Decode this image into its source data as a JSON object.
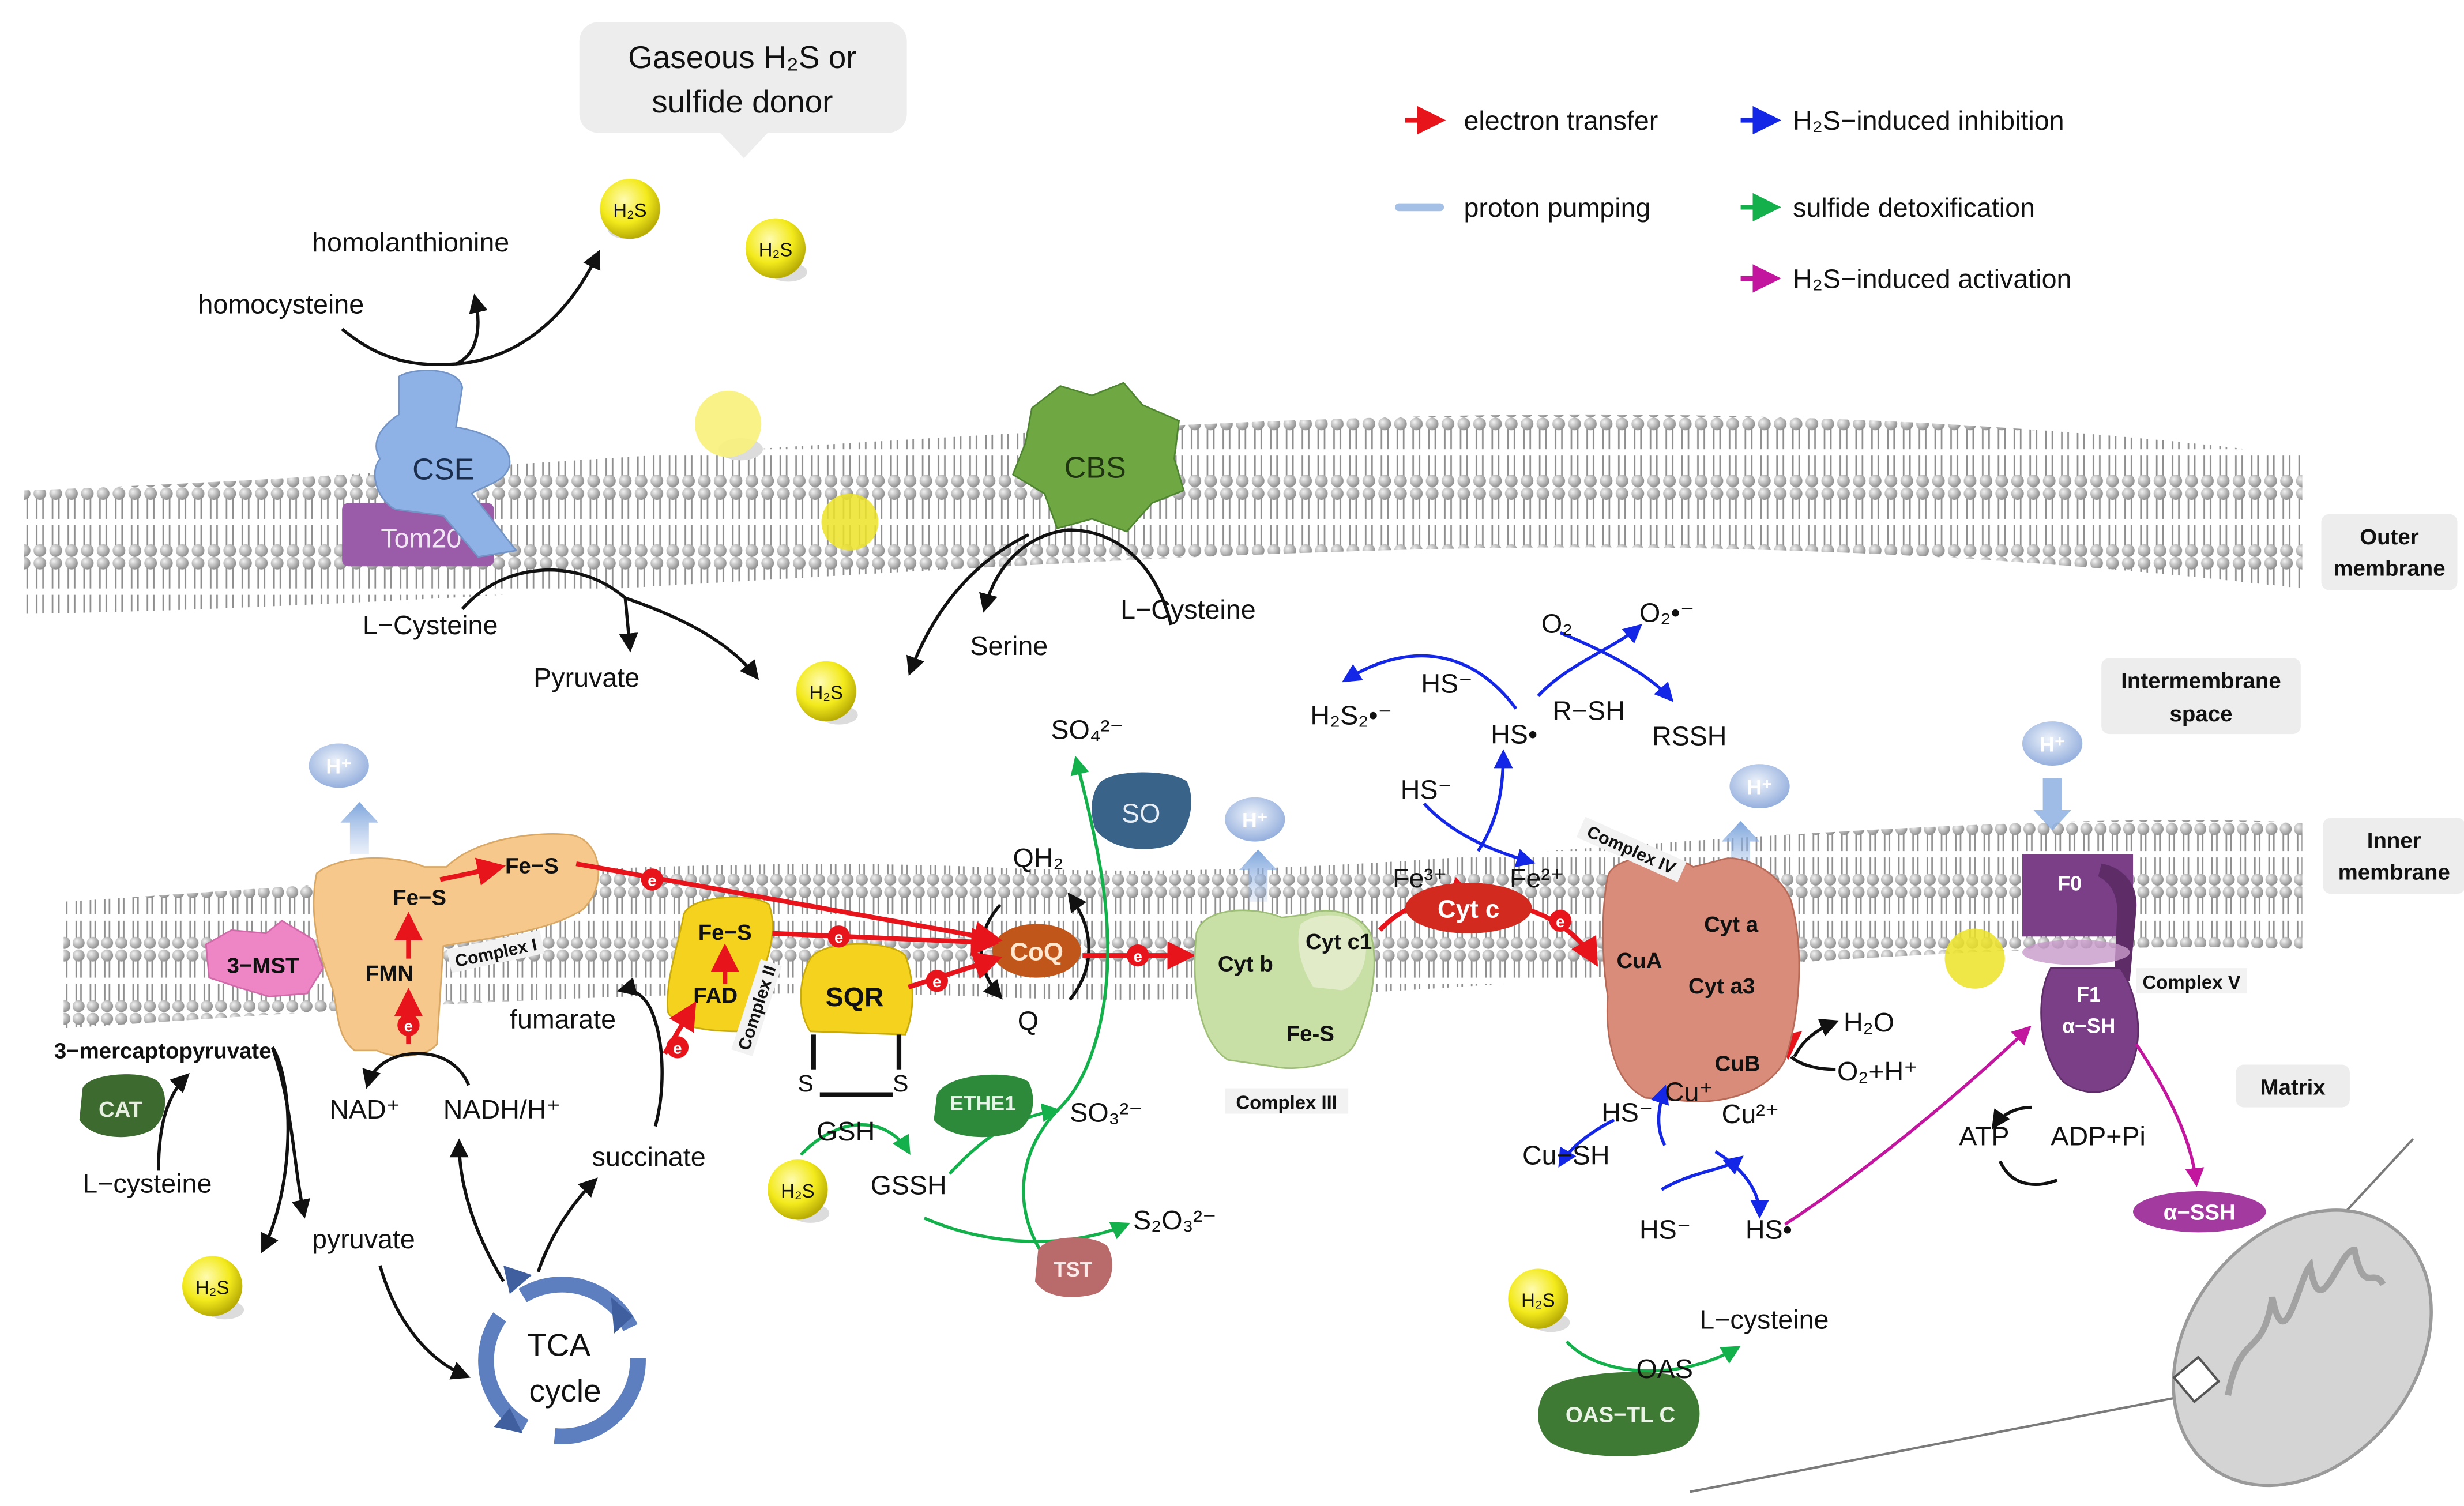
{
  "source_box": {
    "line1": "Gaseous H₂S or",
    "line2": "sulfide donor"
  },
  "legend": [
    {
      "key": "electron_transfer",
      "label": "electron transfer",
      "color": "#e8141c"
    },
    {
      "key": "h2s_inhibition",
      "label": "H₂S−induced inhibition",
      "color": "#1426e6"
    },
    {
      "key": "proton_pumping",
      "label": "proton pumping",
      "color": "#7ea6dc"
    },
    {
      "key": "sulfide_detox",
      "label": "sulfide detoxification",
      "color": "#13b04b"
    },
    {
      "key": "h2s_activation",
      "label": "H₂S−induced activation",
      "color": "#c2169e"
    }
  ],
  "regions": {
    "outer_membrane": {
      "line1": "Outer",
      "line2": "membrane"
    },
    "intermembrane": {
      "line1": "Intermembrane",
      "line2": "space"
    },
    "inner_membrane": {
      "line1": "Inner",
      "line2": "membrane"
    },
    "matrix": "Matrix"
  },
  "molecules": {
    "h2s": "H₂S",
    "h_plus": "H⁺",
    "electron": "e",
    "homolanthionine": "homolanthionine",
    "homocysteine": "homocysteine",
    "l_cysteine_cse": "L−Cysteine",
    "pyruvate_cse": "Pyruvate",
    "serine": "Serine",
    "l_cysteine_cbs": "L−Cysteine",
    "so4": "SO₄²⁻",
    "so3": "SO₃²⁻",
    "s2o3": "S₂O₃²⁻",
    "gsh": "GSH",
    "gssh": "GSSH",
    "s_left": "S",
    "s_right": "S",
    "qh2": "QH₂",
    "q": "Q",
    "fumarate": "fumarate",
    "succinate": "succinate",
    "nad": "NAD⁺",
    "nadh": "NADH/H⁺",
    "mercaptopyruvate": "3−mercaptopyruvate",
    "l_cysteine_cat": "L−cysteine",
    "pyruvate_matrix": "pyruvate",
    "tca_line1": "TCA",
    "tca_line2": "cycle",
    "hs_minus_top": "HS⁻",
    "h2s2": "H₂S₂•⁻",
    "hs_radical_top": "HS•",
    "o2": "O₂",
    "o2_radical": "O₂•⁻",
    "rsh": "R−SH",
    "rssh": "RSSH",
    "hs_minus_mid": "HS⁻",
    "fe3": "Fe³⁺",
    "fe2": "Fe²⁺",
    "h2o": "H₂O",
    "o2_h": "O₂+H⁺",
    "cu_plus": "Cu⁺",
    "cu2_plus": "Cu²⁺",
    "hs_minus_cu": "HS⁻",
    "cu_sh": "Cu−SH",
    "hs_minus_bottom": "HS⁻",
    "hs_radical_bottom": "HS•",
    "atp": "ATP",
    "adp": "ADP+Pi",
    "alpha_ssh": "α−SSH",
    "oas": "OAS",
    "l_cysteine_oas": "L−cysteine"
  },
  "proteins": {
    "cse": "CSE",
    "tom20": "Tom20",
    "cbs": "CBS",
    "so": "SO",
    "mst": "3−MST",
    "cat": "CAT",
    "complex1": "Complex I",
    "fes_c1_top": "Fe−S",
    "fes_c1": "Fe−S",
    "fmn": "FMN",
    "complex2": "Complex II",
    "fes_c2": "Fe−S",
    "fad": "FAD",
    "sqr": "SQR",
    "coq": "CoQ",
    "ethe1": "ETHE1",
    "tst": "TST",
    "complex3": "Complex III",
    "cyt_b": "Cyt b",
    "cyt_c1": "Cyt c1",
    "fes_c3": "Fe-S",
    "cyt_c": "Cyt c",
    "complex4": "Complex IV",
    "cua": "CuA",
    "cyt_a": "Cyt a",
    "cyt_a3": "Cyt a3",
    "cub": "CuB",
    "complex5": "Complex V",
    "f0": "F0",
    "f1": "F1",
    "alpha_sh": "α−SH",
    "oas_tlc": "OAS−TL C"
  },
  "colors": {
    "membrane_head": "#b5b5b5",
    "cse": "#8fb2e6",
    "tom20": "#9a5ca8",
    "cbs": "#6fa843",
    "complex1": "#f6c88c",
    "complex3": "#c8e0a6",
    "complex4": "#d98c7a",
    "complex5": "#7a3f86",
    "sqr": "#f4d21d",
    "coq": "#c0561a",
    "mst": "#ee86c5",
    "cat": "#3d6a2f",
    "ethe1": "#2d8a3b",
    "tst": "#b96a6a",
    "so": "#3a6389",
    "h2s_sphere": "#f3ea1c"
  }
}
